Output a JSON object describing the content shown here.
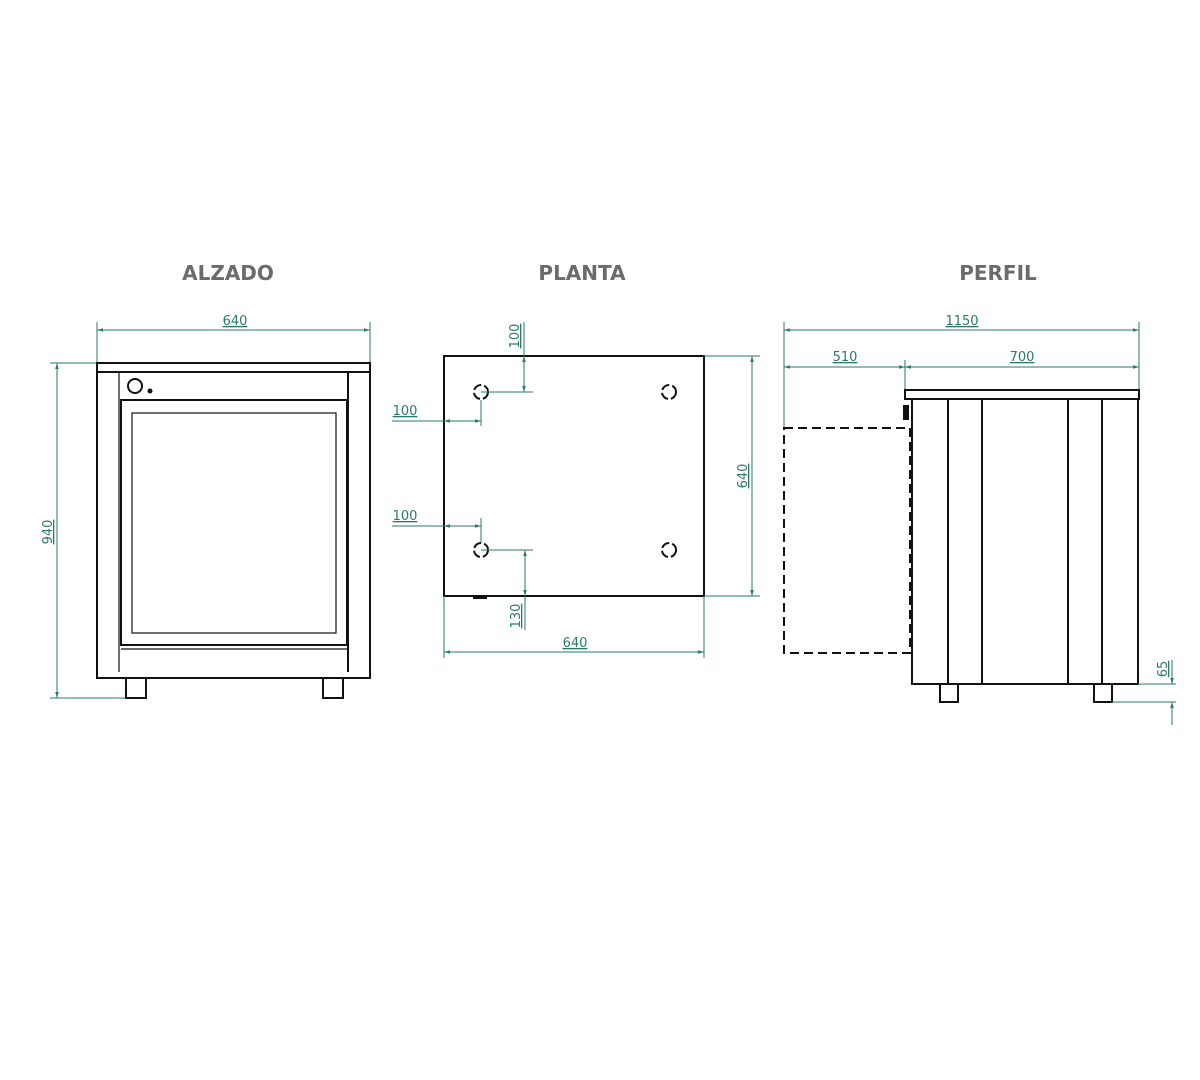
{
  "views": {
    "alzado": {
      "title": "ALZADO",
      "width": "640",
      "height": "940"
    },
    "planta": {
      "title": "PLANTA",
      "depth": "640",
      "width": "640",
      "top_offset": "100",
      "left_offset_top": "100",
      "left_offset_bottom": "100",
      "bottom_offset": "130"
    },
    "perfil": {
      "title": "PERFIL",
      "total": "1150",
      "door_open": "510",
      "depth": "700",
      "foot_height": "65"
    }
  },
  "colors": {
    "dimension": "#2a7a6a",
    "outline": "#111111",
    "title": "#6b6b6b"
  }
}
